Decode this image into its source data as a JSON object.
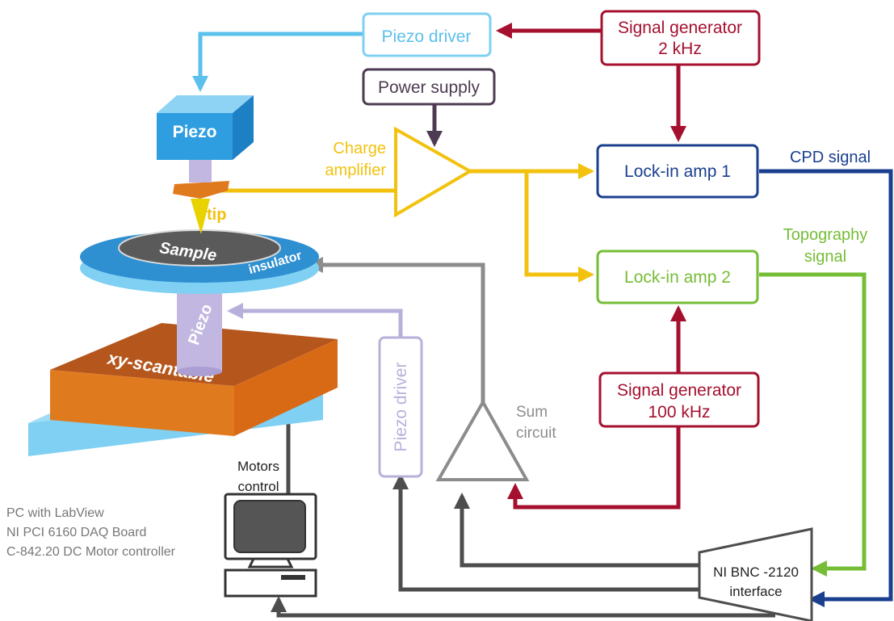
{
  "colors": {
    "piezo_blue": "#5bc0eb",
    "piezo_dark": "#2e8fd1",
    "red": "#a5102f",
    "navy": "#1b3f8f",
    "green": "#76bd36",
    "amber": "#f2c20f",
    "gray": "#8c8c8c",
    "dark_gray": "#4d4d4d",
    "lavender": "#b7b0db",
    "plum": "#4d3b52",
    "orange": "#e07a1f",
    "brown_orange": "#d86a16",
    "light_blue": "#7fd0f2"
  },
  "boxes": {
    "piezo_driver_top": "Piezo driver",
    "signal_gen_2k_line1": "Signal generator",
    "signal_gen_2k_line2": "2 kHz",
    "power_supply": "Power supply",
    "lockin1": "Lock-in amp 1",
    "lockin2": "Lock-in amp 2",
    "signal_gen_100k_line1": "Signal generator",
    "signal_gen_100k_line2": "100 kHz",
    "piezo_driver_vertical": "Piezo driver",
    "ni_bnc_line1": "NI BNC -2120",
    "ni_bnc_line2": "interface"
  },
  "labels": {
    "piezo_block": "Piezo",
    "tip": "tip",
    "sample": "Sample",
    "insulator": "insulator",
    "piezo_column": "Piezo",
    "xy_scantable": "xy-scantable",
    "charge_amplifier_line1": "Charge",
    "charge_amplifier_line2": "amplifier",
    "cpd_signal": "CPD signal",
    "topography_line1": "Topography",
    "topography_line2": "signal",
    "sum_circuit_line1": "Sum",
    "sum_circuit_line2": "circuit",
    "motors_control_line1": "Motors",
    "motors_control_line2": "control",
    "pc_line1": "PC with LabView",
    "pc_line2": "NI PCI 6160 DAQ Board",
    "pc_line3": "C-842.20 DC Motor controller"
  }
}
